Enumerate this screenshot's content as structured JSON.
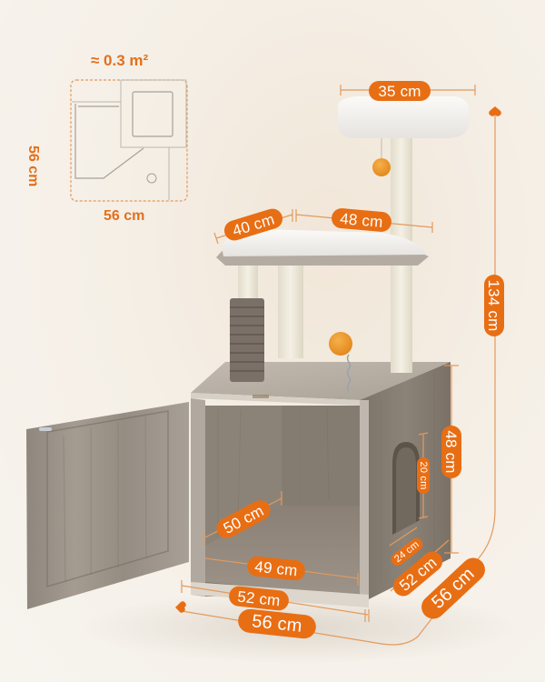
{
  "colors": {
    "accent": "#e86e14",
    "dimension_line": "#e39a5c",
    "background": "#f6f2ec",
    "wood_gray": "#9d948a",
    "plush_white": "#f3f1ee",
    "sisal": "#ece6d6",
    "toy_ball": "#ec9a2c"
  },
  "footprint_inset": {
    "area_label": "≈ 0.3 m²",
    "depth_label": "56 cm",
    "width_label": "56 cm"
  },
  "dimensions": {
    "top_perch_width": "35 cm",
    "total_height": "134 cm",
    "platform_depth": "40 cm",
    "platform_width": "48 cm",
    "cabinet_height": "48 cm",
    "side_opening_height": "20 cm",
    "side_opening_width": "24 cm",
    "interior_depth": "50 cm",
    "interior_width": "49 cm",
    "cabinet_width": "52 cm",
    "cabinet_depth": "52 cm",
    "overall_width": "56 cm",
    "overall_depth": "56 cm"
  },
  "product": {
    "components": [
      "top-perch",
      "hanging-pompom-toy",
      "middle-platform",
      "sisal-posts",
      "self-groomer-brush",
      "spring-pompom-toy",
      "litter-box-cabinet",
      "cabinet-door",
      "side-entrance"
    ]
  }
}
